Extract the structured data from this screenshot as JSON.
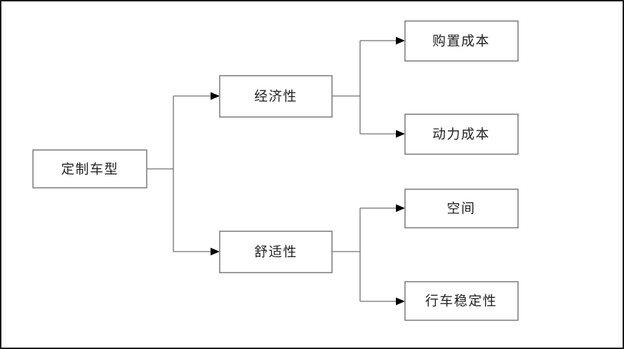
{
  "diagram": {
    "type": "tree-hierarchy",
    "orientation": "left-to-right",
    "title": "",
    "root": {
      "id": "root",
      "label": "定制车型"
    },
    "level2": [
      {
        "id": "economy",
        "label": "经济性"
      },
      {
        "id": "comfort",
        "label": "舒适性"
      }
    ],
    "leaves": [
      {
        "id": "purchase-cost",
        "label": "购置成本",
        "parent": "economy"
      },
      {
        "id": "power-cost",
        "label": "动力成本",
        "parent": "economy"
      },
      {
        "id": "space",
        "label": "空间",
        "parent": "comfort"
      },
      {
        "id": "driving-stability",
        "label": "行车稳定性",
        "parent": "comfort"
      }
    ],
    "colors": {
      "background": "#ffffff",
      "box_stroke": "#6f6f6f",
      "box_fill": "#ffffff",
      "connector": "#6f6f6f",
      "arrow": "#000000",
      "text": "#222222",
      "frame": "#1a1a1a"
    }
  }
}
